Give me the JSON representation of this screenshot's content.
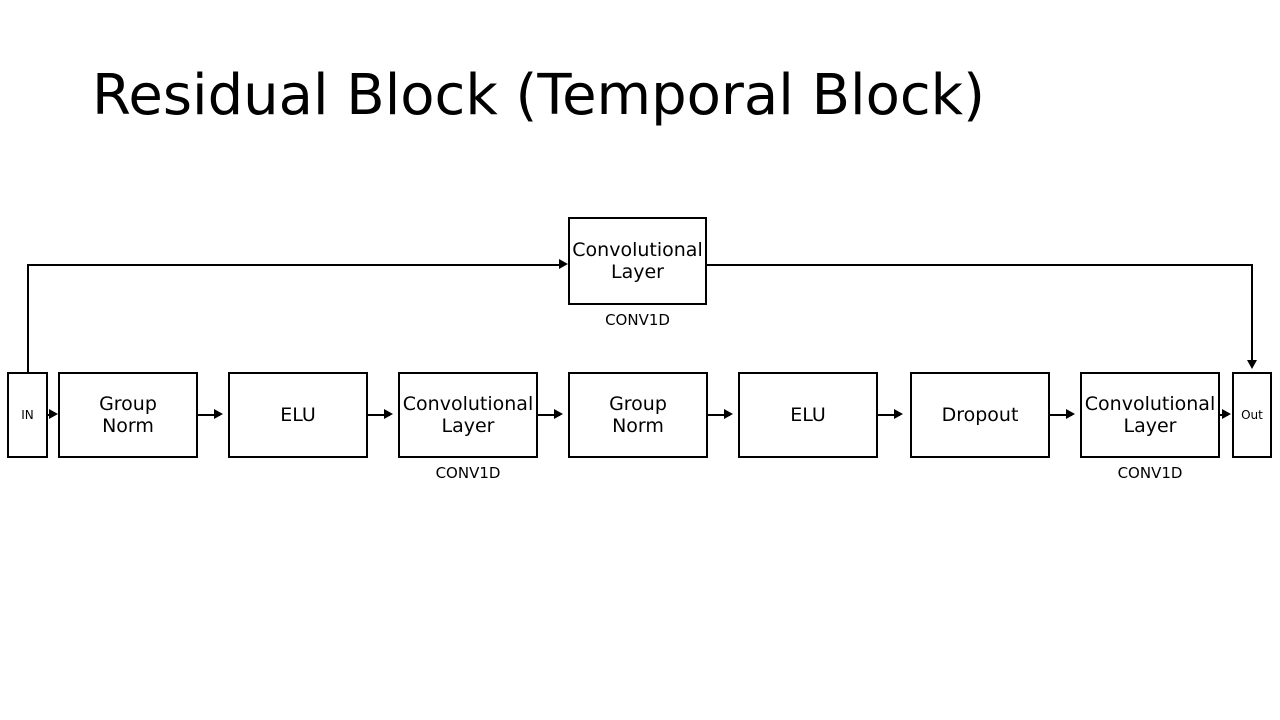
{
  "slide": {
    "title": "Residual Block (Temporal Block)",
    "background_color": "#ffffff",
    "line_color": "#000000",
    "text_color": "#000000"
  },
  "diagram": {
    "type": "flow-diagram",
    "terminals": {
      "input_label": "IN",
      "output_label": "Out"
    },
    "skip_branch": {
      "node_label": "Convolutional\nLayer",
      "caption": "CONV1D"
    },
    "main_chain": [
      {
        "label": "Group\nNorm",
        "caption": ""
      },
      {
        "label": "ELU",
        "caption": ""
      },
      {
        "label": "Convolutional\nLayer",
        "caption": "CONV1D"
      },
      {
        "label": "Group\nNorm",
        "caption": ""
      },
      {
        "label": "ELU",
        "caption": ""
      },
      {
        "label": "Dropout",
        "caption": ""
      },
      {
        "label": "Convolutional\nLayer",
        "caption": "CONV1D"
      }
    ]
  }
}
